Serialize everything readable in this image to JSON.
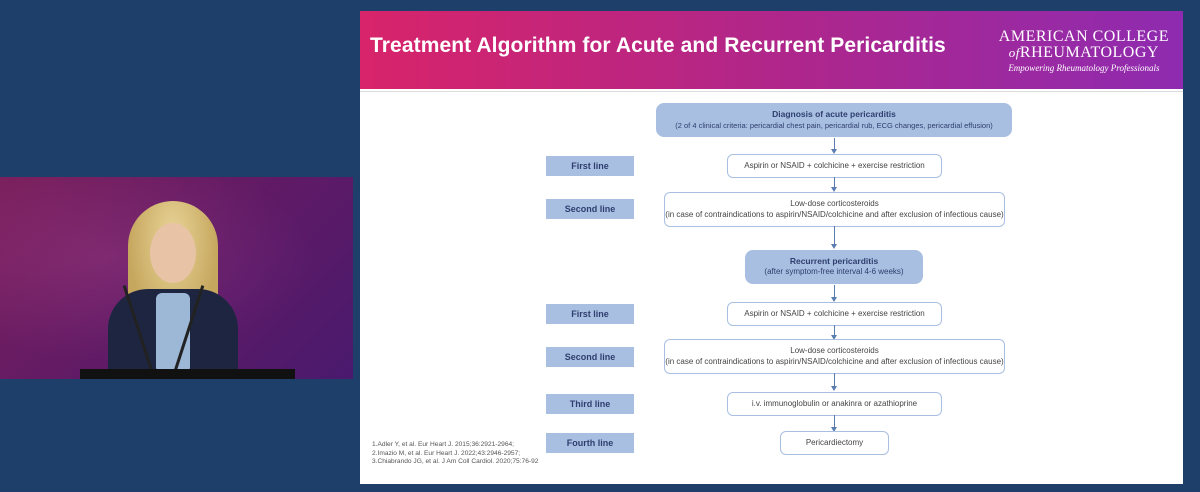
{
  "slide": {
    "title": "Treatment Algorithm for Acute and Recurrent Pericarditis",
    "logo": {
      "line1": "AMERICAN COLLEGE",
      "line2_prefix": "of",
      "line2": "RHEUMATOLOGY",
      "tagline": "Empowering Rheumatology Professionals"
    },
    "acute_diagnosis": {
      "heading": "Diagnosis of acute pericarditis",
      "criteria": "(2 of 4 clinical criteria: pericardial chest pain, pericardial rub, ECG changes, pericardial effusion)"
    },
    "acute": {
      "first_label": "First line",
      "first_text": "Aspirin or NSAID + colchicine + exercise restriction",
      "second_label": "Second line",
      "second_text1": "Low-dose corticosteroids",
      "second_text2": "(in case of contraindications to aspirin/NSAID/colchicine and after exclusion of infectious cause)"
    },
    "recurrent_diagnosis": {
      "heading": "Recurrent pericarditis",
      "sub": "(after symptom-free interval 4-6 weeks)"
    },
    "recurrent": {
      "first_label": "First line",
      "first_text": "Aspirin or NSAID + colchicine + exercise restriction",
      "second_label": "Second line",
      "second_text1": "Low-dose corticosteroids",
      "second_text2": "(in case of contraindications to aspirin/NSAID/colchicine and after exclusion of infectious cause)",
      "third_label": "Third line",
      "third_text": "i.v. immunoglobulin or anakinra or azathioprine",
      "fourth_label": "Fourth line",
      "fourth_text": "Pericardiectomy"
    },
    "references": [
      "1.Adler Y, et al. Eur Heart J. 2015;36:2921-2964;",
      "2.Imazio M, et al. Eur Heart J. 2022;43:2946-2957;",
      "3.Chiabrando JG, et al. J Am Coll Cardiol. 2020;75:76-92"
    ]
  }
}
